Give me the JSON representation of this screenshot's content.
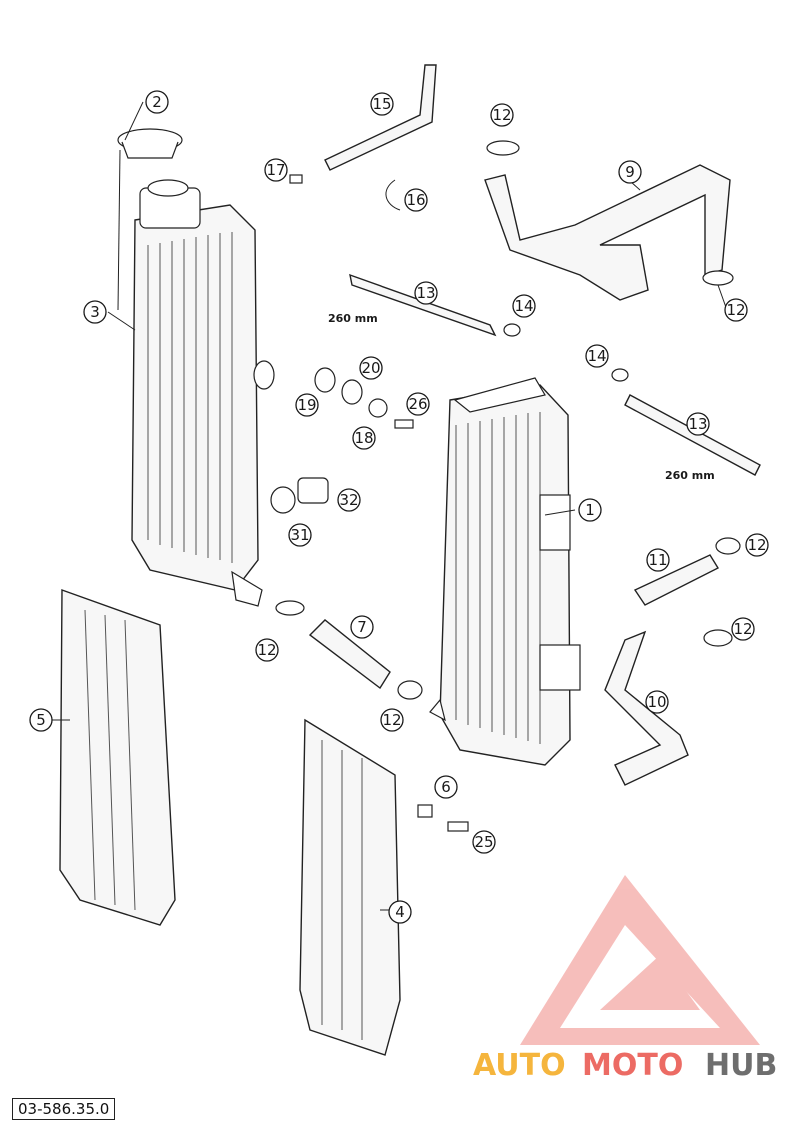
{
  "diagram": {
    "reference_code": "03-586.35.0",
    "dimension_labels": [
      "260 mm",
      "260 mm"
    ],
    "callouts": [
      "1",
      "2",
      "3",
      "4",
      "5",
      "6",
      "7",
      "9",
      "10",
      "11",
      "12",
      "12",
      "12",
      "12",
      "12",
      "12",
      "13",
      "13",
      "14",
      "14",
      "15",
      "16",
      "17",
      "18",
      "19",
      "20",
      "25",
      "26",
      "31",
      "32"
    ]
  },
  "watermark": {
    "part1": "AUTO",
    "part2": "MOTO",
    "part3": "HUB",
    "color_orange": "#f4a91c",
    "color_red": "#e9524a",
    "color_gray": "#555555"
  }
}
